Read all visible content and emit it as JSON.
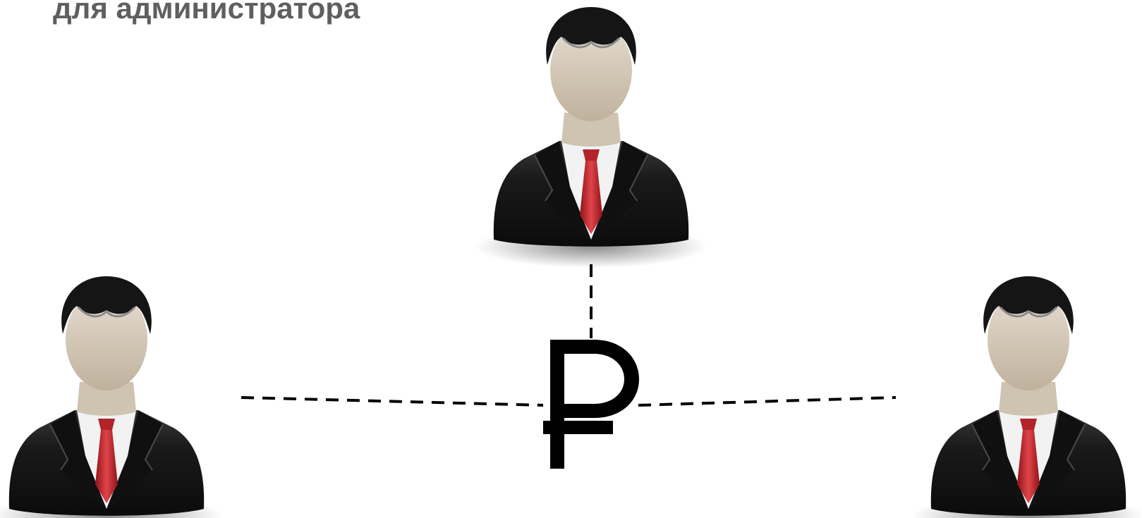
{
  "title": "для администратора",
  "people": [
    {
      "role": "top"
    },
    {
      "role": "left"
    },
    {
      "role": "right"
    }
  ],
  "center_symbol": {
    "icon": "ruble-sign-icon"
  },
  "colors": {
    "heading": "#5f5f5f",
    "suit": "#1c1c1c",
    "tie": "#c0272d",
    "skin": "#d8ccbb",
    "hair": "#151515",
    "shirt": "#f4f4f4",
    "line": "#000000"
  }
}
